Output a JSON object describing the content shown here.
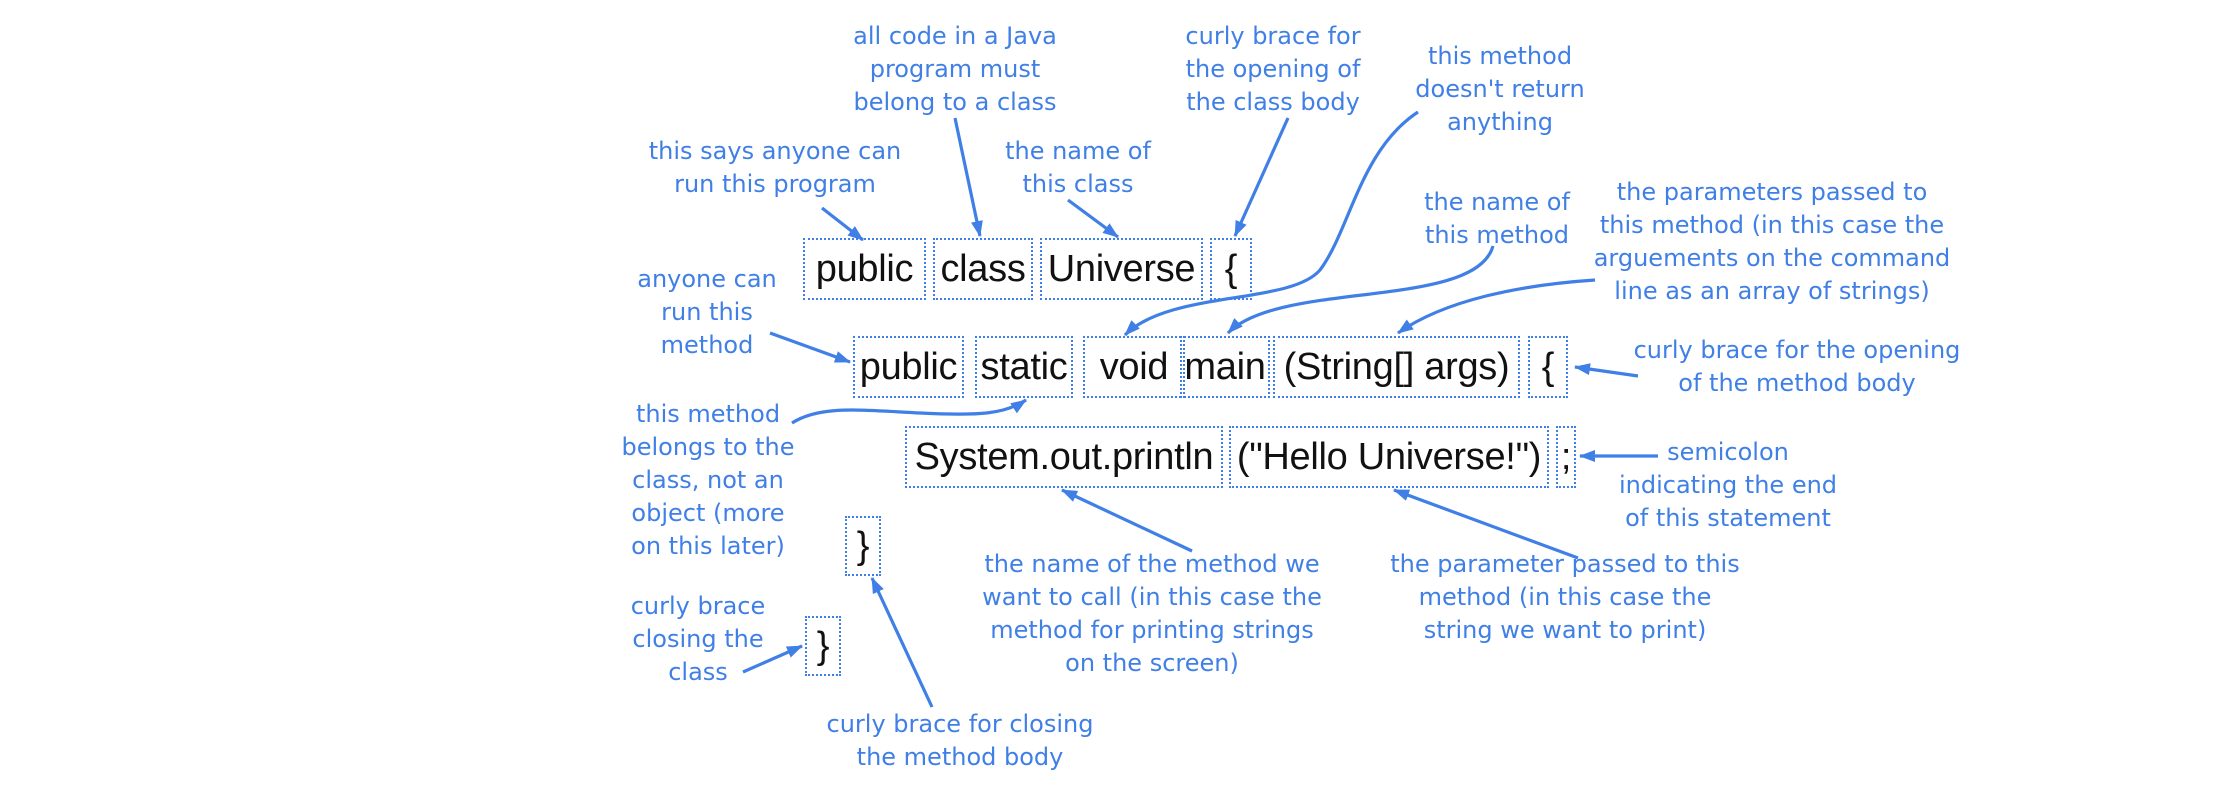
{
  "code": {
    "line1": [
      "public",
      "class",
      "Universe",
      "{"
    ],
    "line2": [
      "public",
      "static",
      "void",
      "main",
      "(String[] args)",
      "{"
    ],
    "line3": [
      "System.out.println",
      "(\"Hello Universe!\")",
      ";"
    ],
    "line4": [
      "}"
    ],
    "line5": [
      "}"
    ]
  },
  "annotations": {
    "run_program": "this says anyone can\nrun this program",
    "class_rule": "all code in a Java\nprogram must\nbelong to a class",
    "class_name": "the name of\nthis class",
    "class_open": "curly brace for\nthe opening of\nthe class body",
    "no_return": "this method\ndoesn't return\nanything",
    "method_name": "the name of\nthis method",
    "params": "the parameters passed to\nthis method (in this case the\narguements on the command\nline as an array of strings)",
    "run_method": "anyone can\nrun this\nmethod",
    "method_open": "curly brace for the opening\nof the method body",
    "static_desc": "this method\nbelongs to the\nclass, not an\nobject (more\non this later)",
    "semicolon": "semicolon\nindicating the end\nof this statement",
    "call_name": "the name of the method we\nwant to call (in this case the\nmethod for printing strings\non the screen)",
    "call_param": "the parameter passed to this\nmethod (in this case the\nstring we want to print)",
    "class_close": "curly brace\nclosing the\nclass",
    "method_close": "curly brace for closing\nthe method body"
  },
  "colors": {
    "accent": "#3f7fe6",
    "box_border": "#3d7fe6",
    "code_text": "#111111"
  }
}
